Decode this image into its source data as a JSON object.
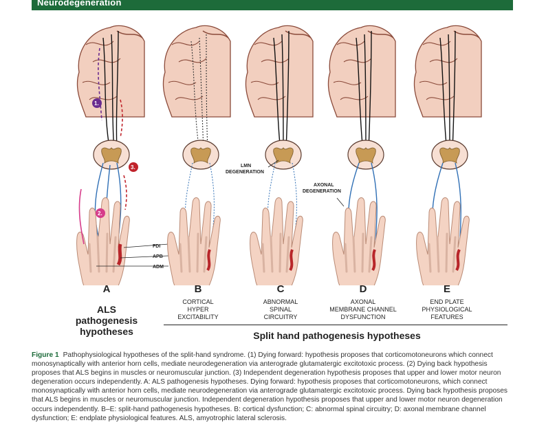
{
  "banner": {
    "title": "Neurodegeneration"
  },
  "colors": {
    "banner": "#1d6b3a",
    "brain": "#f2cfbf",
    "cortex_line": "#8a4a3a",
    "hand": "#f4d3c3",
    "blue_fiber": "#2f6fb5",
    "muscle": "#b8262a",
    "marker_purple": "#6a2c8f",
    "marker_red": "#c0232b",
    "marker_pink": "#d63c8a"
  },
  "panels": [
    {
      "letter": "A",
      "title": "ALS pathogenesis hypotheses",
      "lines": [
        "ALS",
        "pathogenesis",
        "hypotheses"
      ]
    },
    {
      "letter": "B",
      "lines": [
        "CORTICAL",
        "HYPER",
        "EXCITABILITY"
      ]
    },
    {
      "letter": "C",
      "lines": [
        "ABNORMAL",
        "SPINAL",
        "CIRCUITRY"
      ]
    },
    {
      "letter": "D",
      "lines": [
        "AXONAL",
        "MEMBRANE CHANNEL",
        "DYSFUNCTION"
      ]
    },
    {
      "letter": "E",
      "lines": [
        "END PLATE",
        "PHYSIOLOGICAL",
        "FEATURES"
      ]
    }
  ],
  "annotations": {
    "fdi": "FDI",
    "apb": "APB",
    "adm": "ADM",
    "lmn": [
      "LMN",
      "DEGENERATION"
    ],
    "axonal": [
      "AXONAL",
      "DEGENERATION"
    ],
    "markers": [
      "1.",
      "2.",
      "3."
    ]
  },
  "split_title": "Split hand pathogenesis hypotheses",
  "caption": {
    "label": "Figure 1",
    "text": "Pathophysiological hypotheses of the split-hand syndrome. (1) Dying forward: hypothesis proposes that corticomotoneurons which connect monosynaptically with anterior horn cells, mediate neurodegeneration via anterograde glutamatergic excitotoxic process. (2) Dying back hypothesis proposes that ALS begins in muscles or neuromuscular junction. (3) Independent degeneration hypothesis proposes that upper and lower motor neuron degeneration occurs independently. A: ALS pathogenesis hypotheses. Dying forward: hypothesis proposes that corticomotoneurons, which connect monosynaptically with anterior horn cells, mediate neurodegeneration via anterograde glutamatergic excitotoxic process. Dying back hypothesis proposes that ALS begins in muscles or neuromuscular junction. Independent degeneration hypothesis proposes that upper and lower motor neuron degeneration occurs independently. B–E: split-hand pathogenesis hypotheses. B: cortical dysfunction; C: abnormal spinal circuitry; D: axonal membrane channel dysfunction; E: endplate physiological features. ALS, amyotrophic lateral sclerosis."
  }
}
